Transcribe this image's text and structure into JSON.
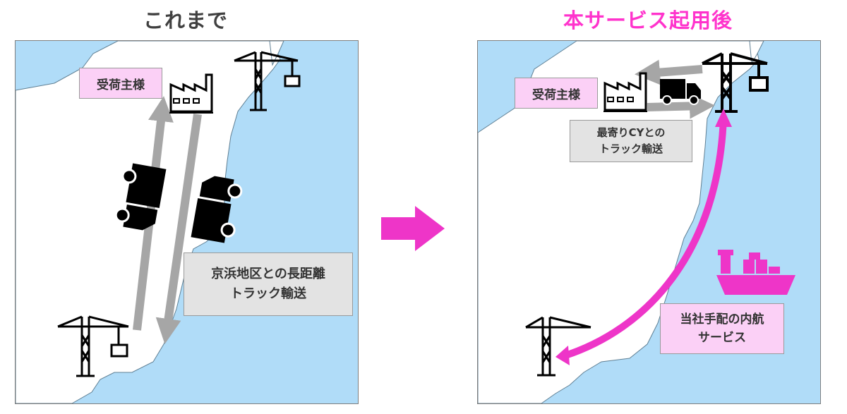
{
  "titles": {
    "before": "これまで",
    "after": "本サービス起用後",
    "after_color": "#ff33cc"
  },
  "colors": {
    "sea": "#b0dcf8",
    "land": "#ffffff",
    "label_pink": "#fbd0f6",
    "label_gray": "#e3e3e3",
    "accent_magenta": "#ee35c8",
    "road_gray": "#a6a6a6"
  },
  "before_panel": {
    "consignee_label": "受荷主様",
    "route_label": [
      "京浜地区との長距離",
      "トラック輸送"
    ],
    "icons": [
      "factory-icon",
      "crane-icon",
      "crane-icon",
      "truck-icon",
      "truck-icon",
      "double-arrow-icon"
    ]
  },
  "after_panel": {
    "consignee_label": "受荷主様",
    "drayage_label": [
      "最寄りCYとの",
      "トラック輸送"
    ],
    "shipping_label": [
      "当社手配の内航",
      "サービス"
    ],
    "icons": [
      "factory-icon",
      "crane-icon",
      "crane-icon",
      "truck-icon",
      "ship-icon",
      "curved-arrow-icon"
    ]
  },
  "transition_arrow": "arrow-right-icon"
}
